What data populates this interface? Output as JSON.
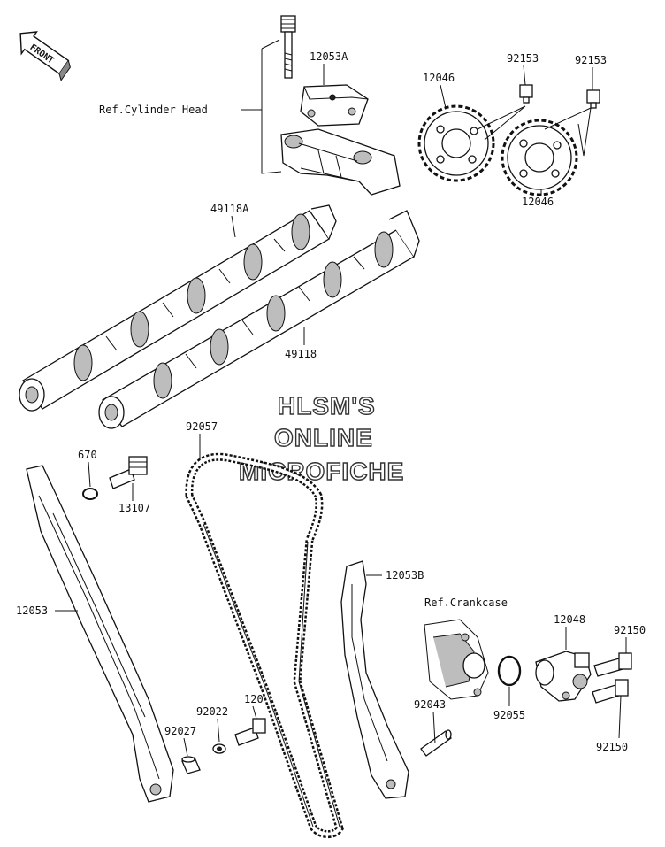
{
  "front_badge": "FRONT",
  "watermark": [
    "HLSM'S",
    "ONLINE",
    "MICROFICHE"
  ],
  "labels": {
    "p12053A": "12053A",
    "ref_cyl": "Ref.Cylinder Head",
    "p12046_top": "12046",
    "p92153_a": "92153",
    "p92153_b": "92153",
    "p12046_bot": "12046",
    "p49118A": "49118A",
    "p49118": "49118",
    "p92057": "92057",
    "p670": "670",
    "p13107": "13107",
    "p12053": "12053",
    "p12053B": "12053B",
    "ref_crank": "Ref.Crankcase",
    "p12048": "12048",
    "p92150_a": "92150",
    "p92150_b": "92150",
    "p92022": "92022",
    "p120": "120",
    "p92027": "92027",
    "p92043": "92043",
    "p92055": "92055"
  }
}
